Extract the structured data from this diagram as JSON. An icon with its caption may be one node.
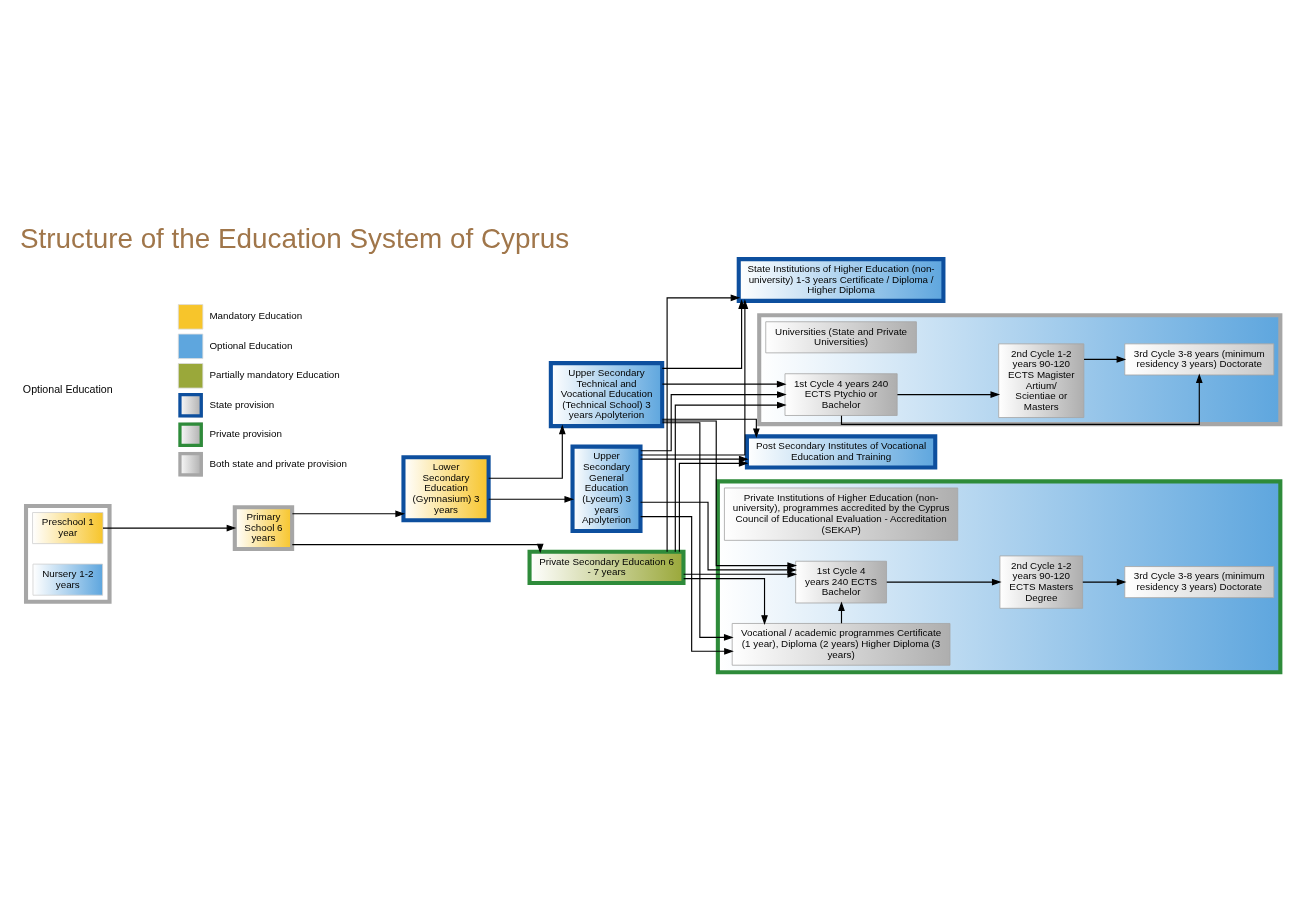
{
  "diagram": {
    "title": "Structure of the Education System of Cyprus",
    "nodes": [
      {
        "text": [],
        "shape": "box"
      },
      {
        "text": [
          "Preschool 1 year"
        ],
        "in": 0
      },
      {
        "text": [
          "Nursery 1-2 years"
        ],
        "in": 0
      },
      {
        "text": [
          "Primary School 6 years"
        ]
      },
      {
        "text": [
          "Lower Secondary Education (Gymnasium) 3 years"
        ]
      },
      {
        "text": [
          "Upper Secondary General Education (Lyceum) 3 years Apolyterion"
        ]
      },
      {
        "text": [
          "Upper Secondary Technical and Vocational Education (Technical School) 3 years Apolyterion"
        ]
      },
      {
        "text": [
          "Private Secondary Education 6 - 7 years"
        ]
      },
      {
        "text": [
          "Post Secondary Institutes of Vocational Education and Training"
        ]
      },
      {
        "text": [],
        "shape": "box"
      },
      {
        "text": [
          "Universities (State and Private Universities)"
        ],
        "in": 9
      },
      {
        "text": [
          "1st Cycle 4 years 240 ECTS Ptychio or Bachelor"
        ],
        "in": 9
      },
      {
        "text": [
          "2nd Cycle 1-2 years 90-120 ECTS Magister Artium/ Scientiae or Masters"
        ],
        "in": 9
      },
      {
        "text": [
          "3rd Cycle 3-8 years (minimum residency 3 years) Doctorate"
        ],
        "in": 9
      },
      {
        "text": [
          "State Institutions of Higher Education (non-university) 1-3 years Certificate / Diploma / Higher Diploma"
        ]
      },
      {
        "text": [],
        "shape": "box"
      },
      {
        "text": [
          "Private Institutions of Higher Education (non-university), programmes accredited by the Cyprus Council of Educational Evaluation - Accreditation (SEKAP)"
        ],
        "in": 15
      },
      {
        "text": [
          "Vocational / academic programmes Certificate (1 year), Diploma (2 years) Higher Diploma (3 years)"
        ],
        "in": 15
      },
      {
        "text": [
          "1st Cycle 4 years 240 ECTS Bachelor"
        ],
        "in": 15
      },
      {
        "text": [
          "2nd Cycle 1-2 years 90-120 ECTS Masters Degree"
        ],
        "in": 15
      },
      {
        "text": [
          "3rd Cycle 3-8 years (minimum residency 3 years) Doctorate"
        ],
        "in": 15
      }
    ],
    "edges": [
      {
        "from": 1,
        "to": 3,
        "arrow": "to"
      },
      {
        "from": 3,
        "to": 4,
        "arrow": "to"
      },
      {
        "from": 3,
        "to": 7,
        "arrow": "to"
      },
      {
        "from": 4,
        "to": 5,
        "arrow": "to"
      },
      {
        "from": 4,
        "to": 6,
        "arrow": "to"
      },
      {
        "from": 5,
        "to": 8,
        "arrow": "to"
      },
      {
        "from": 6,
        "to": 8,
        "arrow": "to"
      },
      {
        "from": 7,
        "to": 8,
        "arrow": "to"
      },
      {
        "from": 5,
        "to": 11,
        "arrow": "to"
      },
      {
        "from": 6,
        "to": 11,
        "arrow": "to"
      },
      {
        "from": 7,
        "to": 11,
        "arrow": "to"
      },
      {
        "from": 5,
        "to": 14,
        "arrow": "to"
      },
      {
        "from": 6,
        "to": 14,
        "arrow": "to"
      },
      {
        "from": 7,
        "to": 14,
        "arrow": "to"
      },
      {
        "from": 5,
        "to": 17,
        "arrow": "to"
      },
      {
        "from": 6,
        "to": 17,
        "arrow": "to"
      },
      {
        "from": 7,
        "to": 17,
        "arrow": "to"
      },
      {
        "from": 5,
        "to": 18,
        "arrow": "to"
      },
      {
        "from": 6,
        "to": 18,
        "arrow": "to"
      },
      {
        "from": 7,
        "to": 18,
        "arrow": "to"
      },
      {
        "from": 11,
        "to": 12,
        "arrow": "to"
      },
      {
        "from": 12,
        "to": 13,
        "arrow": "to"
      },
      {
        "from": 11,
        "to": 13,
        "arrow": "to"
      },
      {
        "from": 17,
        "to": 18,
        "arrow": "to"
      },
      {
        "from": 18,
        "to": 19,
        "arrow": "to"
      },
      {
        "from": 19,
        "to": 20,
        "arrow": "to"
      }
    ],
    "labels": [
      "Optional Education"
    ],
    "legend": [
      {
        "text": "Mandatory Education",
        "color": "#f7c52b"
      },
      {
        "text": "Optional Education",
        "color": "#5ea6de"
      },
      {
        "text": "Partially mandatory Education",
        "color": "#9aa83a"
      },
      {
        "text": "State provision"
      },
      {
        "text": "Private provision"
      },
      {
        "text": "Both state and private provision"
      }
    ]
  }
}
